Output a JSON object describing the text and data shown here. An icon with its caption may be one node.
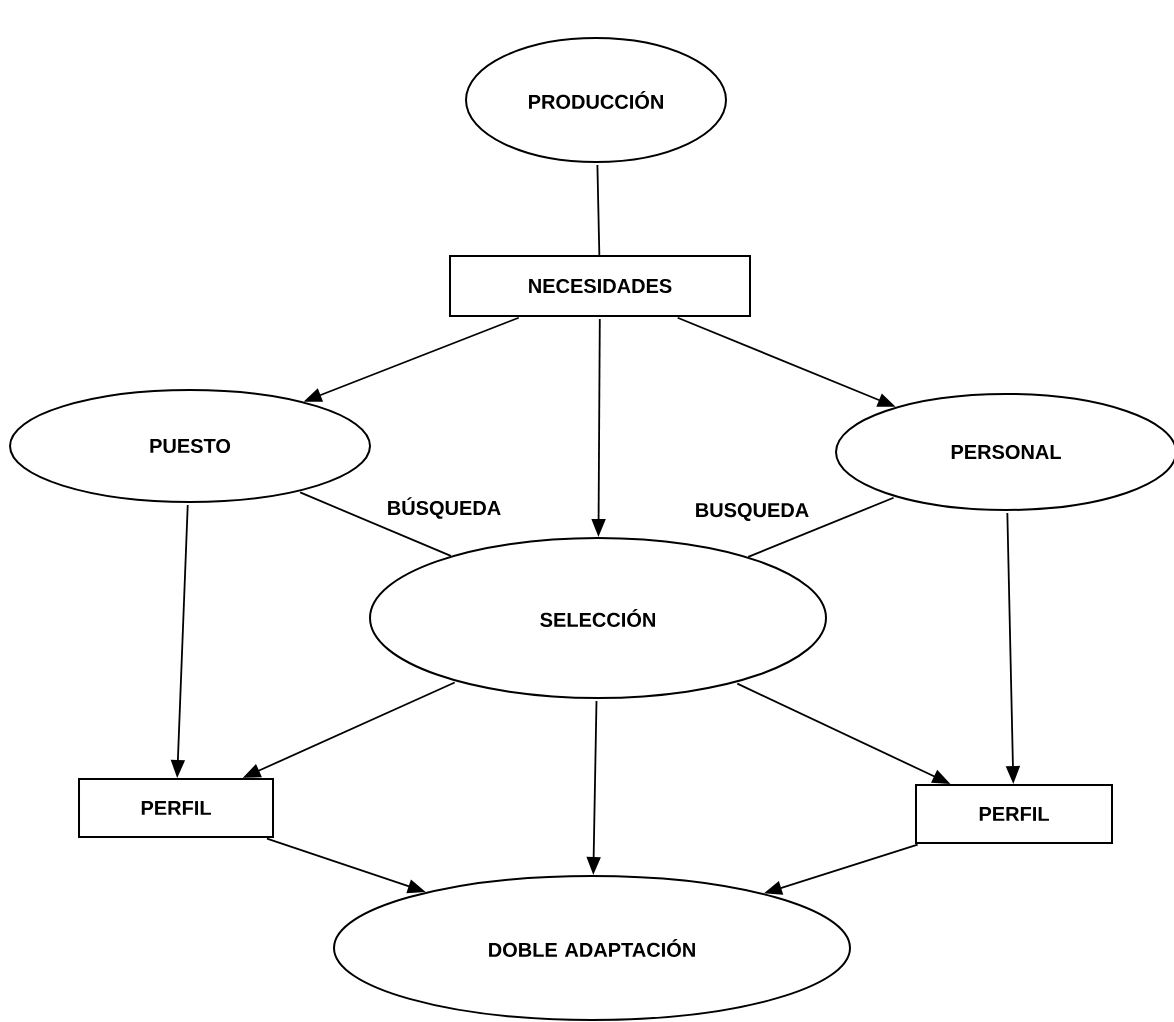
{
  "diagram": {
    "nodes": [
      {
        "text": [
          "PRODUCCIÓN"
        ]
      },
      {
        "text": [
          "NECESIDADES"
        ]
      },
      {
        "text": [
          "PUESTO"
        ]
      },
      {
        "text": [
          "PERSONAL"
        ]
      },
      {
        "text": [
          "SELECCIÓN"
        ]
      },
      {
        "text": [
          "PERFIL"
        ]
      },
      {
        "text": [
          "PERFIL"
        ]
      },
      {
        "text": [
          "DOBLE ADAPTACIÓN"
        ]
      }
    ],
    "edges": [
      {
        "from": 0,
        "to": 1,
        "arrow": "none"
      },
      {
        "from": 1,
        "to": 2,
        "arrow": "to"
      },
      {
        "from": 1,
        "to": 4,
        "arrow": "to"
      },
      {
        "from": 1,
        "to": 3,
        "arrow": "to"
      },
      {
        "from": 2,
        "to": 4,
        "arrow": "none",
        "label": "BÚSQUEDA"
      },
      {
        "from": 3,
        "to": 4,
        "arrow": "none",
        "label": "BUSQUEDA"
      },
      {
        "from": 2,
        "to": 5,
        "arrow": "to"
      },
      {
        "from": 3,
        "to": 6,
        "arrow": "to"
      },
      {
        "from": 4,
        "to": 5,
        "arrow": "to"
      },
      {
        "from": 4,
        "to": 7,
        "arrow": "to"
      },
      {
        "from": 4,
        "to": 6,
        "arrow": "to"
      },
      {
        "from": 5,
        "to": 7,
        "arrow": "to"
      },
      {
        "from": 6,
        "to": 7,
        "arrow": "to"
      }
    ]
  }
}
